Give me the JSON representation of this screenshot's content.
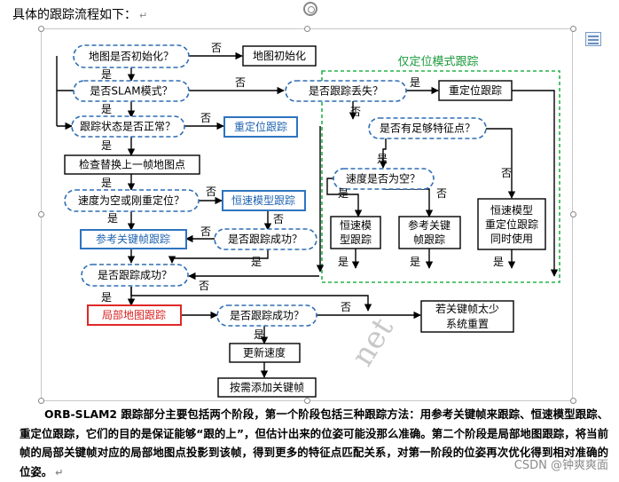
{
  "page_title": "具体的跟踪流程如下：",
  "paragraph_mark": "↵",
  "flowchart": {
    "nodes": {
      "map_initialized": "地图是否初始化？",
      "map_init": "地图初始化",
      "slam_mode": "是否SLAM模式？",
      "tracking_lost": "是否跟踪丢失？",
      "reloc1": "重定位跟踪",
      "tracking_normal": "跟踪状态是否正常？",
      "reloc2": "重定位跟踪",
      "enough_features": "是否有足够特征点？",
      "check_replace": "检查替换上一帧地图点",
      "velocity_null": "速度是否为空？",
      "vel_empty_or_reloc": "速度为空或刚重定位？",
      "motion_model": "恒速模型跟踪",
      "reference_kf": "参考关键帧跟踪",
      "tracking_success_a": "是否跟踪成功？",
      "vo_motion_l1": "恒速模",
      "vo_motion_l2": "型跟踪",
      "vo_ref_l1": "参考关键",
      "vo_ref_l2": "帧跟踪",
      "vo_both_l1": "恒速模型",
      "vo_both_l2": "重定位跟踪",
      "vo_both_l3": "同时使用",
      "tracking_success_b": "是否跟踪成功？",
      "local_map": "局部地图跟踪",
      "tracking_success_c": "是否跟踪成功？",
      "few_kf_l1": "若关键帧太少",
      "few_kf_l2": "系统重置",
      "update_velocity": "更新速度",
      "add_keyframe": "按需添加关键帧"
    },
    "group_label": "仅定位模式跟踪",
    "labels": {
      "yes": "是",
      "no": "否"
    },
    "watermark": "net",
    "colors": {
      "dashed_border": "#2e6db4",
      "blue_box": "#2e74c0",
      "red_box": "#e02828",
      "group_border": "#26b34a",
      "group_label": "#1c9a3c"
    }
  },
  "body_paragraph": "ORB-SLAM2 跟踪部分主要包括两个阶段，第一个阶段包括三种跟踪方法：用参考关键帧来跟踪、恒速模型跟踪、重定位跟踪，它们的目的是保证能够“跟的上”，但估计出来的位姿可能没那么准确。第二个阶段是局部地图跟踪，将当前帧的局部关键帧对应的局部地图点投影到该帧，得到更多的特征点匹配关系，对第一阶段的位姿再次优化得到相对准确的位姿。",
  "body_paragraph_mark": "↵",
  "csdn_watermark": "CSDN @钟爽爽面"
}
